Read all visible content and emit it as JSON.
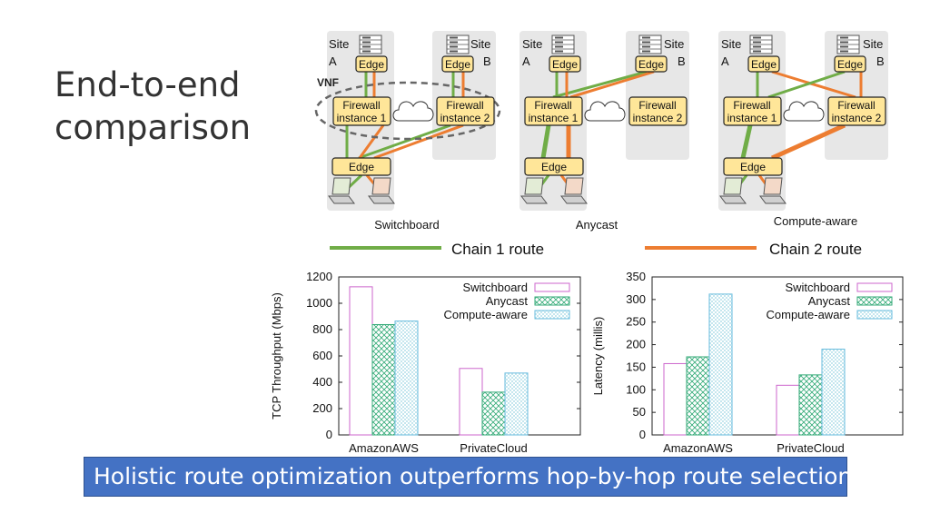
{
  "title": {
    "line1": "End-to-end",
    "line2": "comparison"
  },
  "colors": {
    "chain1": "#70ad47",
    "chain2": "#ed7d31",
    "box_fill": "#ffe699",
    "site_bg": "#e7e7e7",
    "banner_bg": "#4472c4",
    "series_switchboard": "#cc66cc",
    "series_anycast": "#33aa77",
    "series_compute": "#66bbdd"
  },
  "diagrams": {
    "vnf_label": "VNF",
    "site_label": "Site",
    "site_a": "A",
    "site_b": "B",
    "edge_label": "Edge",
    "firewall_1": [
      "Firewall",
      "instance 1"
    ],
    "firewall_2": [
      "Firewall",
      "instance 2"
    ],
    "captions": [
      "Switchboard",
      "Anycast",
      "Compute-aware"
    ],
    "icons": [
      "server-icon",
      "laptop-icon",
      "cloud-icon"
    ]
  },
  "legend": {
    "chain1": "Chain 1 route",
    "chain2": "Chain 2 route"
  },
  "chart_data": [
    {
      "type": "bar",
      "categories": [
        "AmazonAWS",
        "PrivateCloud"
      ],
      "series": [
        {
          "name": "Switchboard",
          "values": [
            1125,
            505
          ]
        },
        {
          "name": "Anycast",
          "values": [
            838,
            325
          ]
        },
        {
          "name": "Compute-aware",
          "values": [
            865,
            470
          ]
        }
      ],
      "ylabel": "TCP Throughput (Mbps)",
      "yticks": [
        0,
        200,
        400,
        600,
        800,
        1000,
        1200
      ],
      "ylim": [
        0,
        1200
      ],
      "legend_position": "top-right"
    },
    {
      "type": "bar",
      "categories": [
        "AmazonAWS",
        "PrivateCloud"
      ],
      "series": [
        {
          "name": "Switchboard",
          "values": [
            158,
            110
          ]
        },
        {
          "name": "Anycast",
          "values": [
            173,
            133
          ]
        },
        {
          "name": "Compute-aware",
          "values": [
            312,
            190
          ]
        }
      ],
      "ylabel": "Latency (millis)",
      "yticks": [
        0,
        50,
        100,
        150,
        200,
        250,
        300,
        350
      ],
      "ylim": [
        0,
        350
      ],
      "legend_position": "top-right"
    }
  ],
  "banner": "Holistic route optimization outperforms hop-by-hop route selection"
}
